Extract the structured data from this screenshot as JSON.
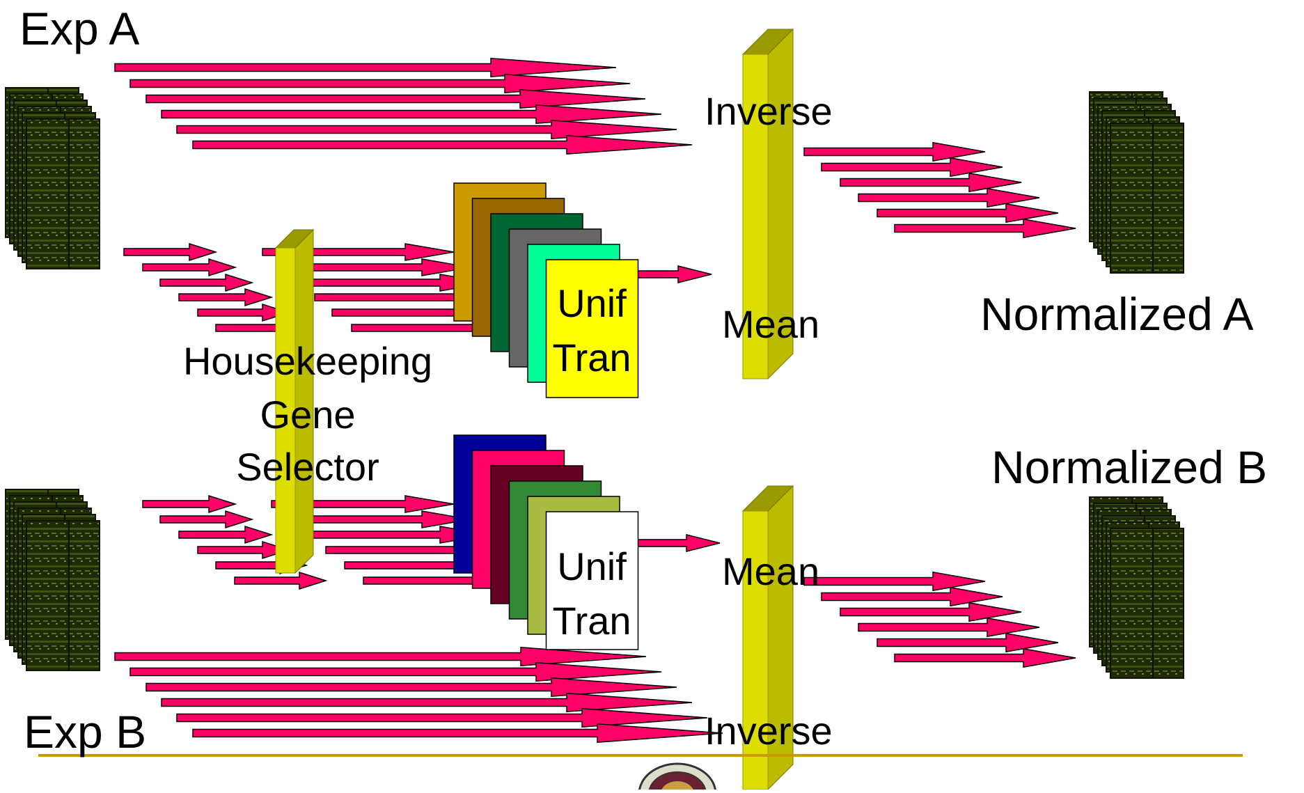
{
  "labels": {
    "exp_a": "Exp A",
    "exp_b": "Exp B",
    "inverse_top": "Inverse",
    "mean_top": "Mean",
    "mean_bottom": "Mean",
    "inverse_bottom": "Inverse",
    "normalized_a": "Normalized A",
    "normalized_b": "Normalized B",
    "selector_line1": "Housekeeping",
    "selector_line2": "Gene",
    "selector_line3": "Selector",
    "unif_top_line1": "Unif",
    "unif_top_line2": "Tran",
    "unif_bottom_line1": "Unif",
    "unif_bottom_line2": "Tran"
  },
  "colors": {
    "arrow_fill": "#ff0066",
    "bar_front": "#dddd00",
    "bar_side": "#bbbb00",
    "bar_top": "#999900",
    "divider": "#cc9900",
    "top_stack": [
      "#cc9900",
      "#996600",
      "#006633",
      "#666666",
      "#00ff99",
      "#ffff00"
    ],
    "bottom_stack": [
      "#000099",
      "#ff0066",
      "#660022",
      "#338833",
      "#aabb44",
      "#ffffff"
    ]
  }
}
